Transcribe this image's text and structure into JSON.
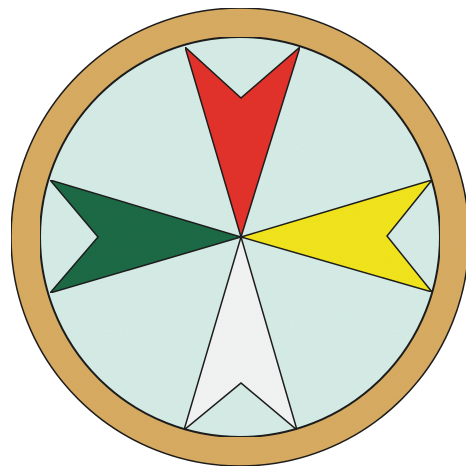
{
  "emblem": {
    "colors": {
      "background": "#ffffff",
      "ring": "#d8ac62",
      "ring_light": "#e7c587",
      "field": "#d6ece6",
      "outline": "#1b1b1b",
      "top_arrow": "#e3322a",
      "right_arrow": "#f2e51d",
      "bottom_arrow": "#f3f4f4",
      "left_arrow": "#1f6a45"
    },
    "arrows": [
      {
        "position": "top",
        "color_name": "red"
      },
      {
        "position": "right",
        "color_name": "yellow"
      },
      {
        "position": "bottom",
        "color_name": "white"
      },
      {
        "position": "left",
        "color_name": "green"
      }
    ]
  }
}
